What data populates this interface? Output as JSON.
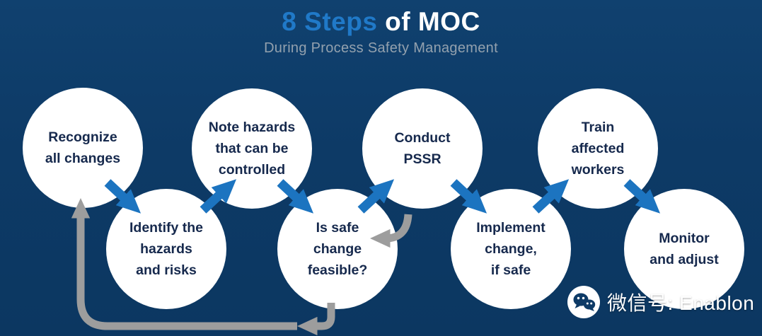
{
  "header": {
    "title_highlight": "8 Steps",
    "title_rest": " of MOC",
    "subtitle": "During Process Safety Management"
  },
  "steps": [
    {
      "id": 1,
      "label": "Recognize\nall changes"
    },
    {
      "id": 2,
      "label": "Identify the\nhazards\nand risks"
    },
    {
      "id": 3,
      "label": "Note hazards\nthat can be\ncontrolled"
    },
    {
      "id": 4,
      "label": "Is safe\nchange\nfeasible?"
    },
    {
      "id": 5,
      "label": "Conduct\nPSSR"
    },
    {
      "id": 6,
      "label": "Implement\nchange,\nif safe"
    },
    {
      "id": 7,
      "label": "Train\naffected\nworkers"
    },
    {
      "id": 8,
      "label": "Monitor\nand adjust"
    }
  ],
  "connections": {
    "forward_flow": [
      "1-2",
      "2-3",
      "3-4",
      "4-5",
      "5-6",
      "6-7",
      "7-8"
    ],
    "feedback_loops": [
      "4 back to 1 (gray loop along bottom)",
      "5 back to 4 (gray curved return arrow)"
    ]
  },
  "watermark": {
    "icon": "wechat-icon",
    "label": "微信号: Enablon"
  },
  "colors": {
    "background": "#0d3a66",
    "title_accent_blue": "#2079c8",
    "subtitle_gray": "#93a1ae",
    "circle_fill": "#ffffff",
    "circle_text": "#16294d",
    "arrow_blue": "#1c74c0",
    "arrow_gray": "#9d9d9d"
  }
}
